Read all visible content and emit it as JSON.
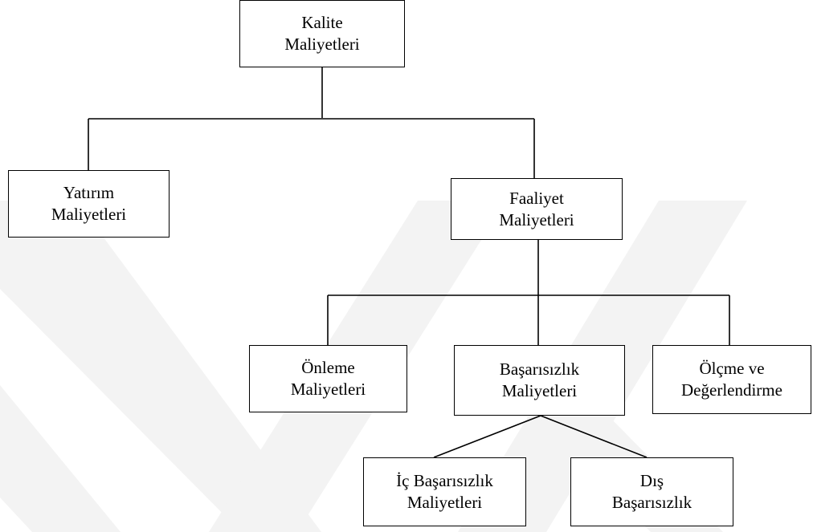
{
  "colors": {
    "line": "#000000",
    "box_border": "#000000",
    "text": "#000000",
    "background": "#ffffff",
    "watermark": "#f3f3f3"
  },
  "nodes": {
    "kalite": {
      "line1": "Kalite",
      "line2": "Maliyetleri"
    },
    "yatirim": {
      "line1": "Yatırım",
      "line2": "Maliyetleri"
    },
    "faaliyet": {
      "line1": "Faaliyet",
      "line2": "Maliyetleri"
    },
    "onleme": {
      "line1": "Önleme",
      "line2": "Maliyetleri"
    },
    "basarisizlik": {
      "line1": "Başarısızlık",
      "line2": "Maliyetleri"
    },
    "olcme": {
      "line1": "Ölçme ve",
      "line2": "Değerlendirme"
    },
    "ic_basarisizlik": {
      "line1": "İç Başarısızlık",
      "line2": "Maliyetleri"
    },
    "dis_basarisizlik": {
      "line1": "Dış",
      "line2": "Başarısızlık"
    }
  },
  "edges": [
    {
      "from": "Kalite Maliyetleri",
      "to": "Yatırım Maliyetleri"
    },
    {
      "from": "Kalite Maliyetleri",
      "to": "Faaliyet Maliyetleri"
    },
    {
      "from": "Faaliyet Maliyetleri",
      "to": "Önleme Maliyetleri"
    },
    {
      "from": "Faaliyet Maliyetleri",
      "to": "Başarısızlık Maliyetleri"
    },
    {
      "from": "Faaliyet Maliyetleri",
      "to": "Ölçme ve Değerlendirme"
    },
    {
      "from": "Başarısızlık Maliyetleri",
      "to": "İç Başarısızlık Maliyetleri"
    },
    {
      "from": "Başarısızlık Maliyetleri",
      "to": "Dış Başarısızlık"
    }
  ]
}
